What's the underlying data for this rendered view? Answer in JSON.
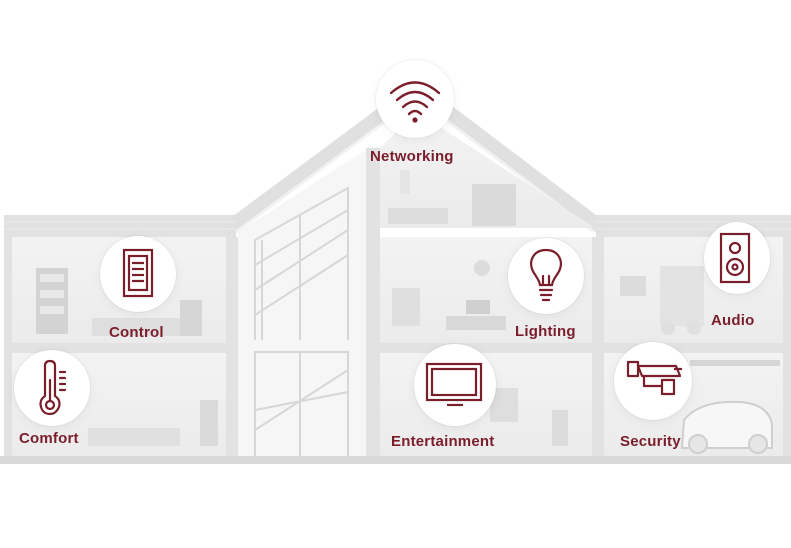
{
  "accent_color": "#7a1e2c",
  "features": [
    {
      "key": "networking",
      "label": "Networking",
      "icon": "wifi-icon"
    },
    {
      "key": "control",
      "label": "Control",
      "icon": "touch-panel-icon"
    },
    {
      "key": "lighting",
      "label": "Lighting",
      "icon": "light-bulb-icon"
    },
    {
      "key": "audio",
      "label": "Audio",
      "icon": "speaker-icon"
    },
    {
      "key": "comfort",
      "label": "Comfort",
      "icon": "thermometer-icon"
    },
    {
      "key": "entertainment",
      "label": "Entertainment",
      "icon": "tv-icon"
    },
    {
      "key": "security",
      "label": "Security",
      "icon": "security-camera-icon"
    }
  ]
}
